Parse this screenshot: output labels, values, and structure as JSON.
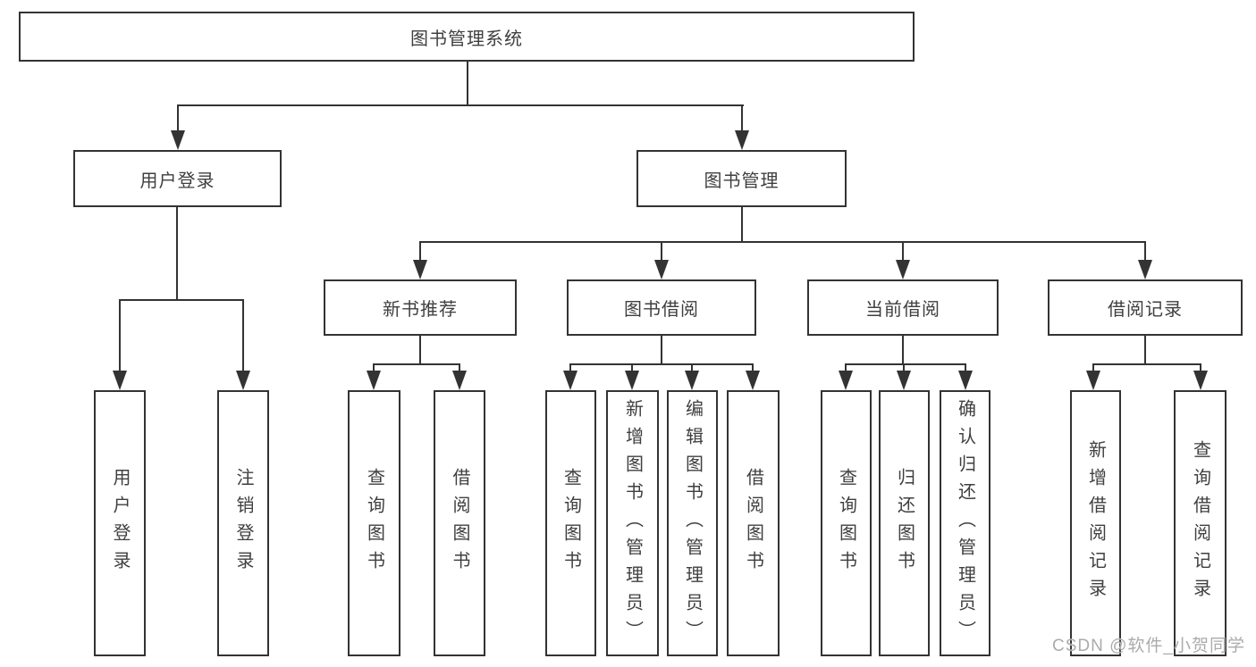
{
  "diagram_type": "tree-diagram",
  "colors": {
    "line": "#333333",
    "box_border": "#333333",
    "text": "#3f3f3f",
    "background": "#ffffff",
    "watermark": "#ababab"
  },
  "tree": {
    "root": {
      "label": "图书管理系统",
      "children": [
        {
          "label": "用户登录",
          "leaves": [
            "用户登录",
            "注销登录"
          ]
        },
        {
          "label": "图书管理",
          "children": [
            {
              "label": "新书推荐",
              "leaves": [
                "查询图书",
                "借阅图书"
              ]
            },
            {
              "label": "图书借阅",
              "leaves": [
                "查询图书",
                "新增图书（管理员）",
                "编辑图书（管理员）",
                "借阅图书"
              ]
            },
            {
              "label": "当前借阅",
              "leaves": [
                "查询图书",
                "归还图书",
                "确认归还（管理员）"
              ]
            },
            {
              "label": "借阅记录",
              "leaves": [
                "新增借阅记录",
                "查询借阅记录"
              ]
            }
          ]
        }
      ]
    }
  },
  "watermark": {
    "text": "CSDN @软件_小贺同学"
  }
}
